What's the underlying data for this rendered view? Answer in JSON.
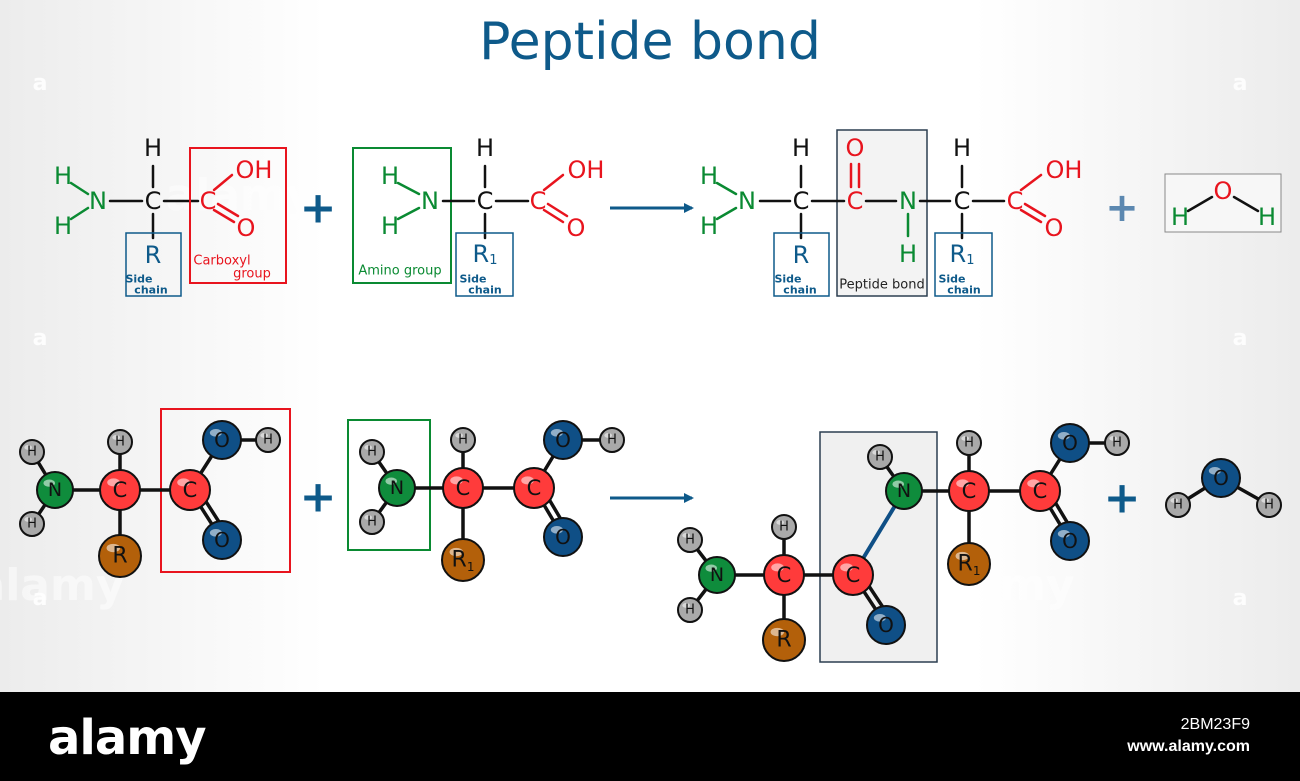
{
  "title": "Peptide bond",
  "colors": {
    "blue_text": "#0e5a8a",
    "green": "#0a8a32",
    "red": "#e8141e",
    "carbon": "#ff3b3b",
    "nitrogen": "#0f8c3c",
    "oxygen": "#0f4f86",
    "hydrogen": "#a9a9a9",
    "side_chain": "#b3600a"
  },
  "labels": {
    "h": "H",
    "c": "C",
    "n": "N",
    "o": "O",
    "oh": "OH",
    "r": "R",
    "r1": "R",
    "subscript_1": "1",
    "plus": "+",
    "side": "Side",
    "chain": "chain",
    "carboxyl": "Carboxyl",
    "group": "group",
    "amino_group": "Amino group",
    "peptide_bond": "Peptide bond"
  },
  "watermark": "alamy",
  "footer": {
    "brand": "alamy",
    "image_id": "2BM23F9",
    "site": "www.alamy.com"
  }
}
